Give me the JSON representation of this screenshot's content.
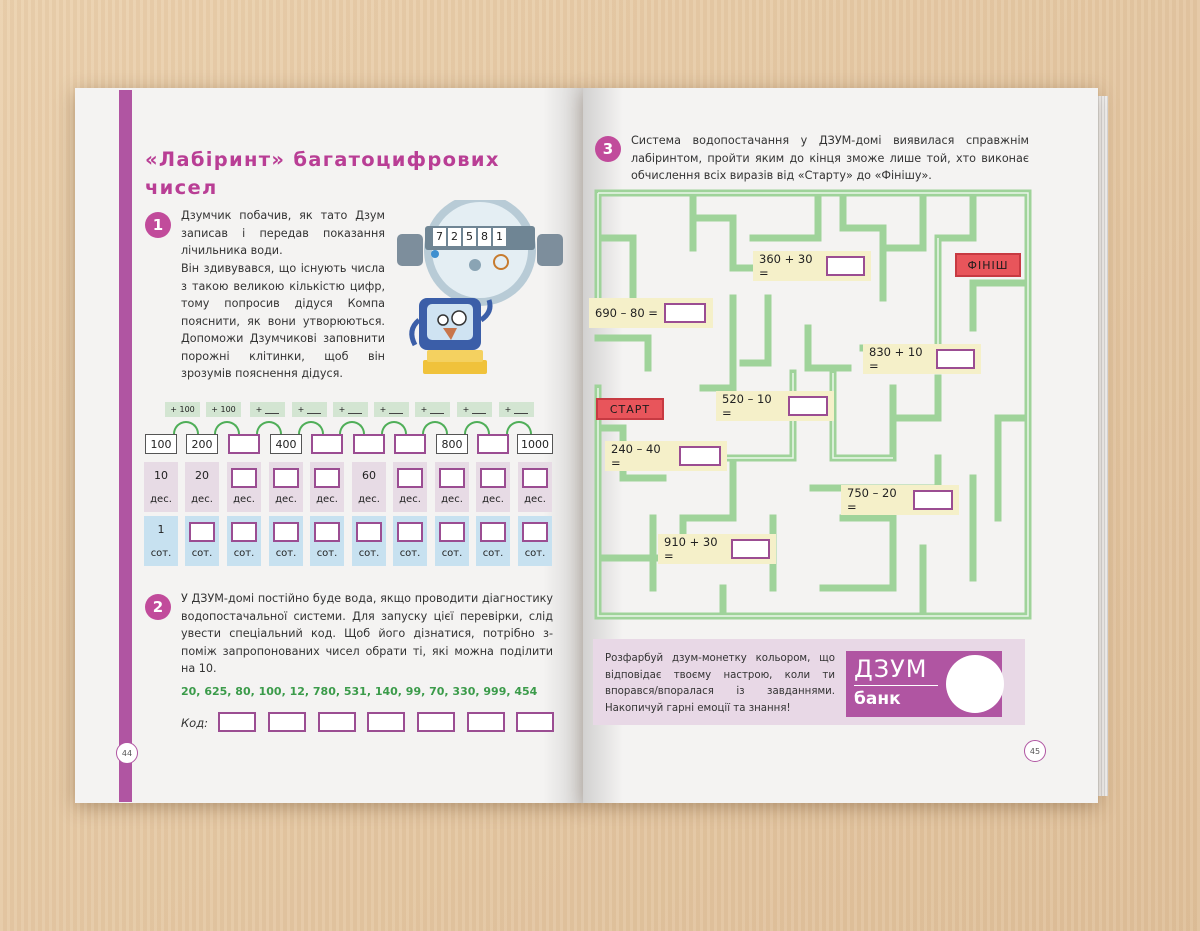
{
  "left": {
    "title": "«Лабіринт» багатоцифрових чисел",
    "task1": {
      "number": "1",
      "text_top": "Дзумчик побачив, як тато Дзум записав і передав показання лічильника води.",
      "text_rest": "Він здивувався, що існують числа з такою великою кількістю цифр, тому попросив дідуся Компа пояснити, як вони утворюються. Допоможи Дзумчикові заповнити порожні клітинки, щоб він зрозумів пояснення дідуся.",
      "meter_digits": [
        "7",
        "2",
        "5",
        "8",
        "1"
      ],
      "ops": [
        "+ 100",
        "+ 100",
        "+",
        "+",
        "+",
        "+",
        "+",
        "+",
        "+"
      ],
      "numbers": [
        "100",
        "200",
        "",
        "400",
        "",
        "",
        "",
        "800",
        "",
        "1000"
      ],
      "tens_values": [
        "10",
        "20",
        "",
        "",
        "",
        "60",
        "",
        "",
        "",
        ""
      ],
      "tens_unit": "дес.",
      "hundreds_values": [
        "1",
        "",
        "",
        "",
        "",
        "",
        "",
        "",
        "",
        ""
      ],
      "hundreds_unit": "сот."
    },
    "task2": {
      "number": "2",
      "text": "У ДЗУМ-домі постійно буде вода, якщо проводити діагностику водопостачальної системи. Для запуску цієї перевірки, слід увести спеціальний код. Щоб його дізнатися, потрібно з-поміж запропонованих чисел обрати ті, які можна поділити на 10.",
      "numbers": "20,  625,  80,  100,  12,  780,  531,  140,  99,  70,  330,  999,  454",
      "code_label": "Код:"
    },
    "page_number": "44"
  },
  "right": {
    "task3": {
      "number": "3",
      "text": "Система водопостачання у ДЗУМ-домі виявилася справжнім лабіринтом, пройти яким до кінця зможе лише той, хто виконає обчислення всіх виразів від «Старту» до «Фінішу»."
    },
    "start_label": "СТАРТ",
    "finish_label": "ФІНІШ",
    "expressions": [
      "360 + 30 =",
      "690 – 80 =",
      "830 + 10 =",
      "520 – 10 =",
      "240 – 40 =",
      "750 – 20 =",
      "910 + 30 ="
    ],
    "bank": {
      "text": "Розфарбуй дзум-монетку кольором, що відповідає твоєму настрою, коли ти впорався/впоралася із завданнями. Накопичуй гарні емоції та знання!",
      "logo_top": "ДЗУМ",
      "logo_bottom": "банк"
    },
    "page_number": "45"
  },
  "colors": {
    "accent": "#b055a2",
    "maze": "#9fd39a",
    "highlight_green": "#4fae58",
    "start_finish": "#e8555b"
  }
}
